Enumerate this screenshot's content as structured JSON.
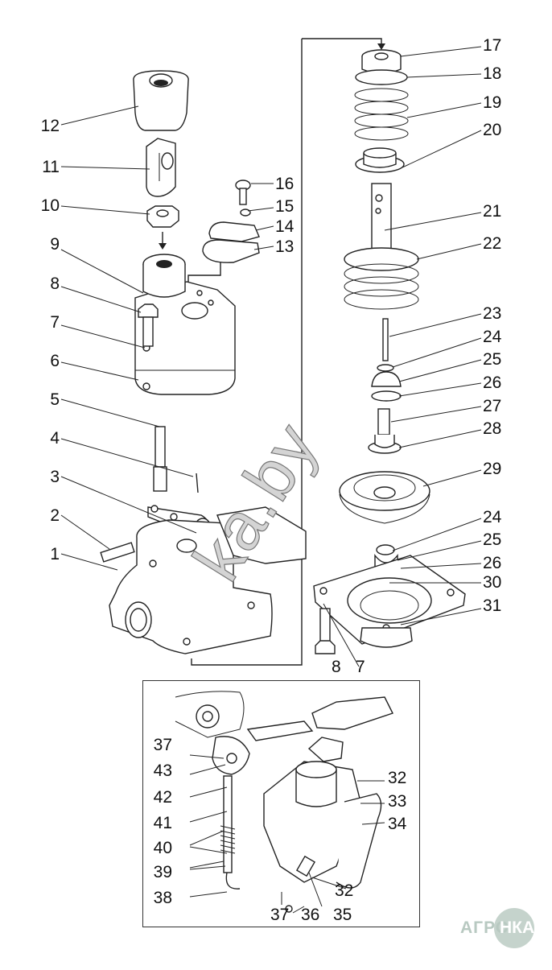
{
  "figure": {
    "type": "exploded-parts-diagram",
    "watermark_text": "ka.by",
    "logo_text": [
      "АГРО",
      "НКА"
    ]
  },
  "callouts_left": [
    "12",
    "11",
    "10",
    "9",
    "8",
    "7",
    "6",
    "5",
    "4",
    "3",
    "2",
    "1"
  ],
  "callouts_right": [
    "17",
    "18",
    "19",
    "20",
    "21",
    "22",
    "23",
    "24",
    "25",
    "26",
    "27",
    "28",
    "29",
    "24",
    "25",
    "26",
    "30",
    "31"
  ],
  "callouts_bottom_main": [
    "8",
    "7"
  ],
  "inset": {
    "callouts_left": [
      "37",
      "43",
      "42",
      "41",
      "40",
      "39",
      "38"
    ],
    "callouts_right": [
      "32",
      "33",
      "34",
      "32"
    ],
    "callouts_bottom": [
      "37",
      "36",
      "35"
    ]
  },
  "callouts_small_top": [
    "16",
    "15",
    "14",
    "13"
  ]
}
